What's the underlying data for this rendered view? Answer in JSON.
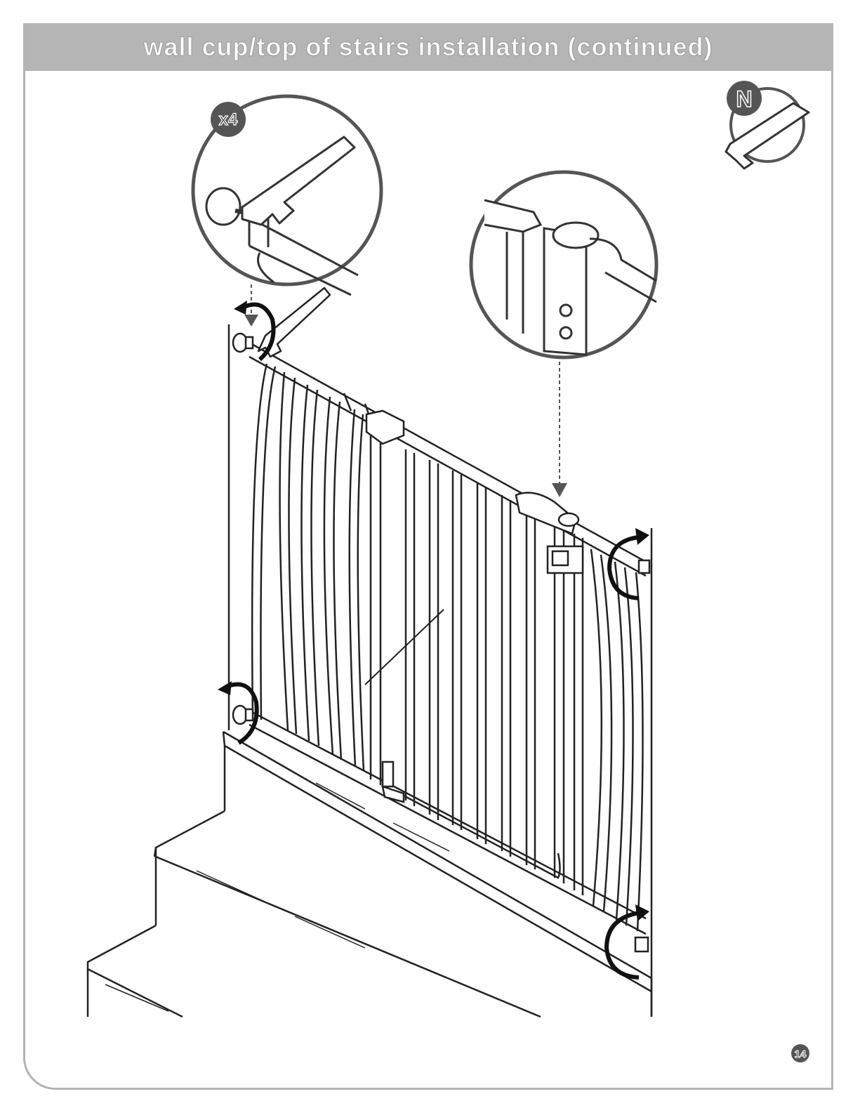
{
  "header": {
    "title": "wall cup/top of stairs installation (continued)"
  },
  "callout_quantity": "x4",
  "tool_badge": {
    "letter": "N",
    "icon": "wrench-icon"
  },
  "page_number": "14",
  "colors": {
    "header_bg": "#b5b5b5",
    "frame": "#b3b3b3",
    "badge": "#555555",
    "line": "#222222"
  }
}
